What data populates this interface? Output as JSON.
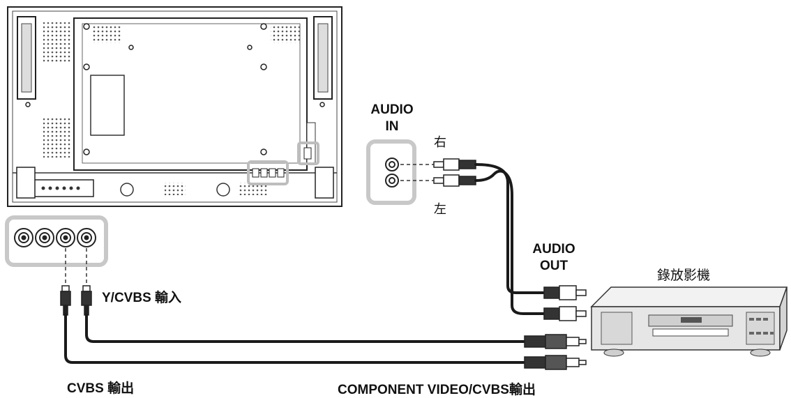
{
  "labels": {
    "audio_in_line1": "AUDIO",
    "audio_in_line2": "IN",
    "right_channel": "右",
    "left_channel": "左",
    "audio_out_line1": "AUDIO",
    "audio_out_line2": "OUT",
    "vcr": "錄放影機",
    "y_cvbs_input": "Y/CVBS 輸入",
    "cvbs_output": "CVBS 輸出",
    "component_output": "COMPONENT VIDEO/CVBS輸出"
  },
  "colors": {
    "highlight_frame": "#c8c8c8",
    "cable": "#1a1a1a",
    "device_body": "#e6e6e6"
  },
  "icons": {
    "monitor": "display-rear-panel",
    "vcr": "vcr-device",
    "rca_plug": "rca-plug-icon",
    "bnc_plug": "bnc-plug-icon"
  }
}
